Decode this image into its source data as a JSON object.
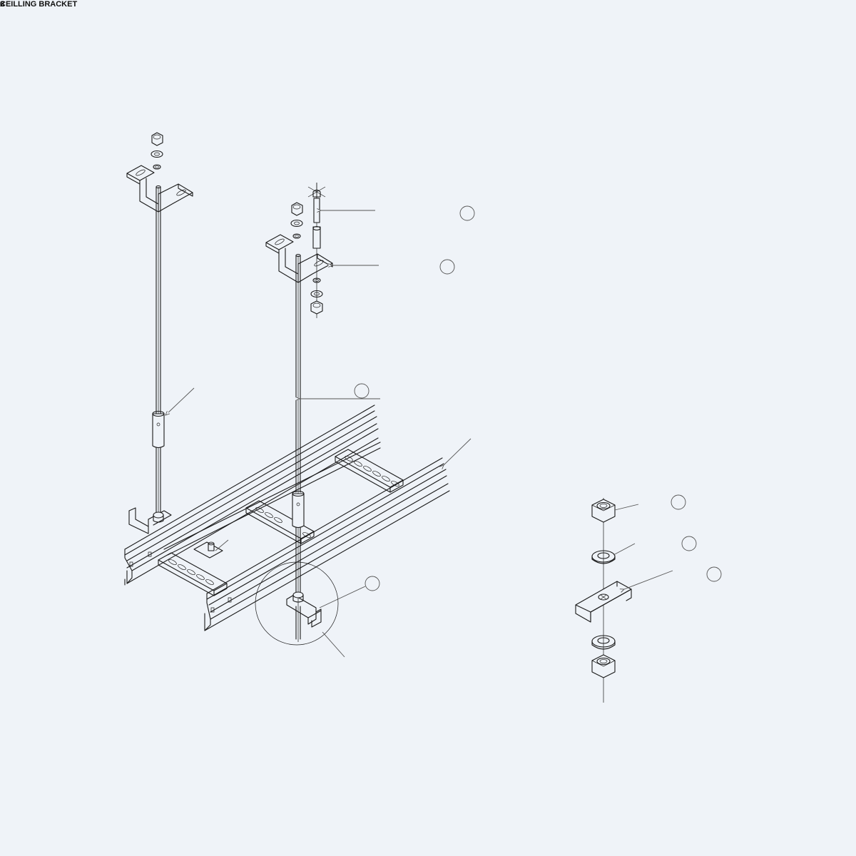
{
  "header": {
    "callout_number": "6",
    "callout_title": "CEILLING BRACKET",
    "sheet_number": "2"
  },
  "icons": {
    "hex-nut": "hex-nut-icon",
    "washer": "washer-icon",
    "ceiling-bracket": "ceiling-bracket-icon",
    "threaded-rod": "threaded-rod-icon",
    "rod-coupler": "rod-coupler-icon",
    "cable-ladder": "cable-ladder-icon",
    "unistrut-channel": "channel-icon",
    "hold-down-clamp": "clamp-icon"
  },
  "colors": {
    "background": "#eff3f8",
    "line": "#1a1a1a",
    "leader": "#555555"
  }
}
